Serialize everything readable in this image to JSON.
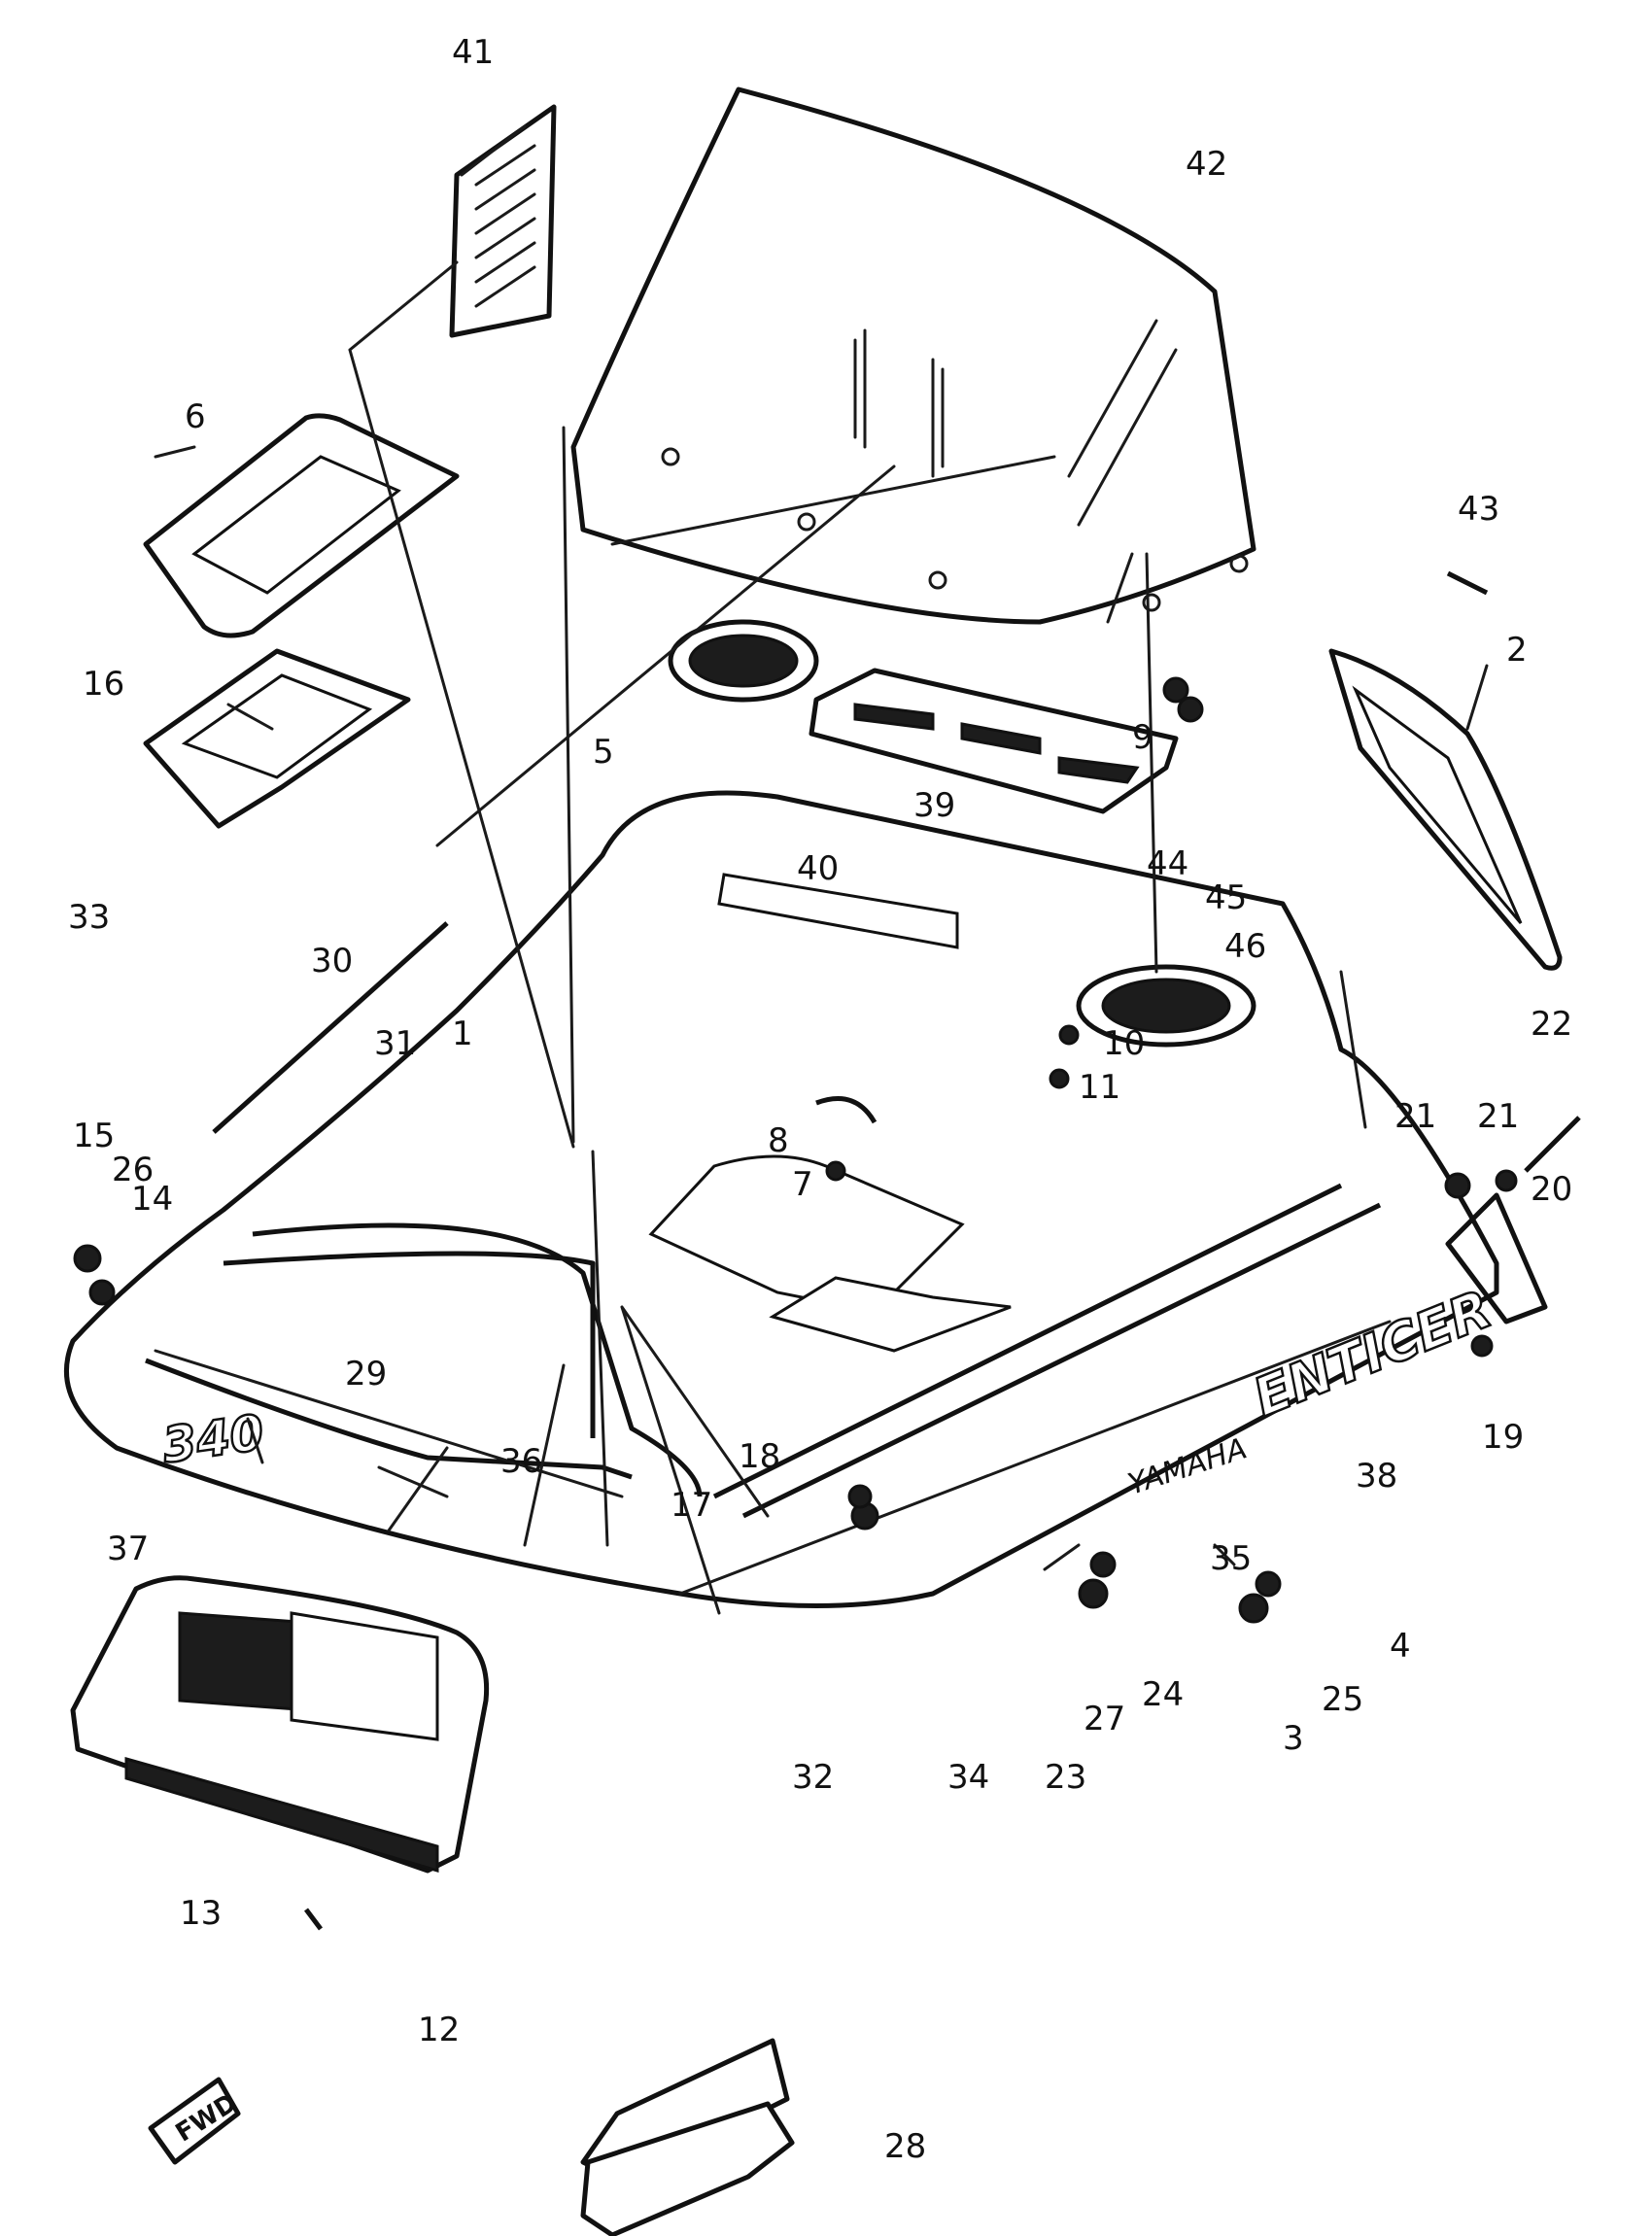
{
  "diagram": {
    "type": "exploded-parts-diagram",
    "stroke_color": "#111111",
    "background": "#ffffff",
    "callouts": [
      "1",
      "2",
      "3",
      "4",
      "5",
      "6",
      "7",
      "8",
      "9",
      "10",
      "11",
      "12",
      "13",
      "14",
      "15",
      "16",
      "17",
      "18",
      "19",
      "20",
      "21",
      "21",
      "22",
      "23",
      "24",
      "25",
      "26",
      "27",
      "28",
      "29",
      "30",
      "31",
      "32",
      "33",
      "34",
      "35",
      "36",
      "37",
      "38",
      "39",
      "40",
      "41",
      "42",
      "43",
      "44",
      "45",
      "46"
    ],
    "markings": {
      "brand": "YAMAHA",
      "model": "ENTICER",
      "number_badge": "340",
      "direction_tag": "FWD"
    }
  }
}
